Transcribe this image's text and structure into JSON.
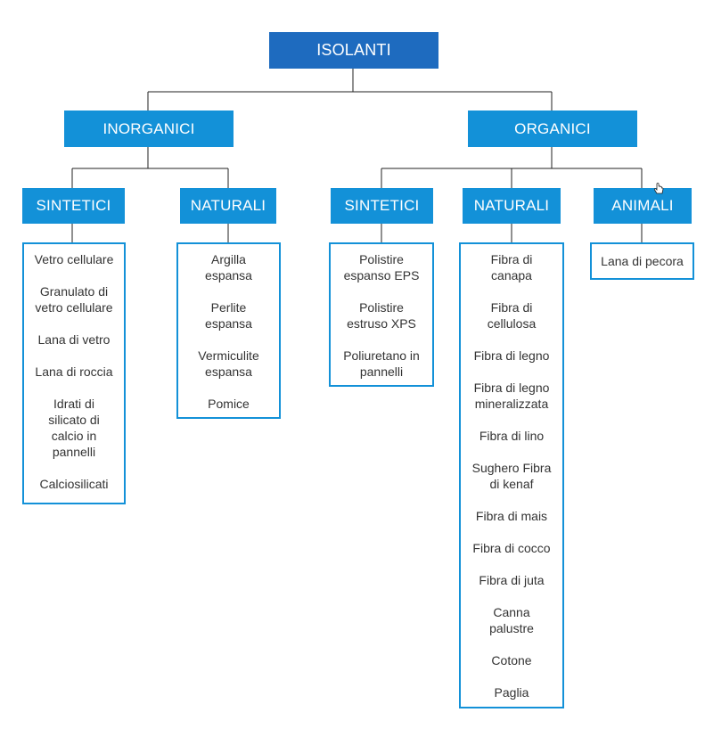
{
  "root": {
    "label": "ISOLANTI"
  },
  "inorganici": {
    "label": "INORGANICI",
    "sintetici": {
      "label": "SINTETICI",
      "items": [
        "Vetro cellulare",
        "Granulato di vetro cellulare",
        "Lana di vetro",
        "Lana di roccia",
        "Idrati di silicato di calcio in pannelli",
        "Calciosilicati"
      ]
    },
    "naturali": {
      "label": "NATURALI",
      "items": [
        "Argilla espansa",
        "Perlite espansa",
        "Vermiculite espansa",
        "Pomice"
      ]
    }
  },
  "organici": {
    "label": "ORGANICI",
    "sintetici": {
      "label": "SINTETICI",
      "items": [
        "Polistire espanso EPS",
        "Polistire estruso XPS",
        "Poliuretano in pannelli"
      ]
    },
    "naturali": {
      "label": "NATURALI",
      "items": [
        "Fibra di canapa",
        "Fibra di cellulosa",
        "Fibra di legno",
        "Fibra di legno mineralizzata",
        "Fibra di lino",
        "Sughero Fibra di kenaf",
        "Fibra di mais",
        "Fibra di cocco",
        "Fibra di juta",
        "Canna palustre",
        "Cotone",
        "Paglia"
      ]
    },
    "animali": {
      "label": "ANIMALI",
      "items": [
        "Lana di pecora"
      ]
    }
  },
  "colors": {
    "root": "#1e6bbf",
    "header": "#1391d8",
    "border": "#1391d8",
    "line": "#222222"
  }
}
